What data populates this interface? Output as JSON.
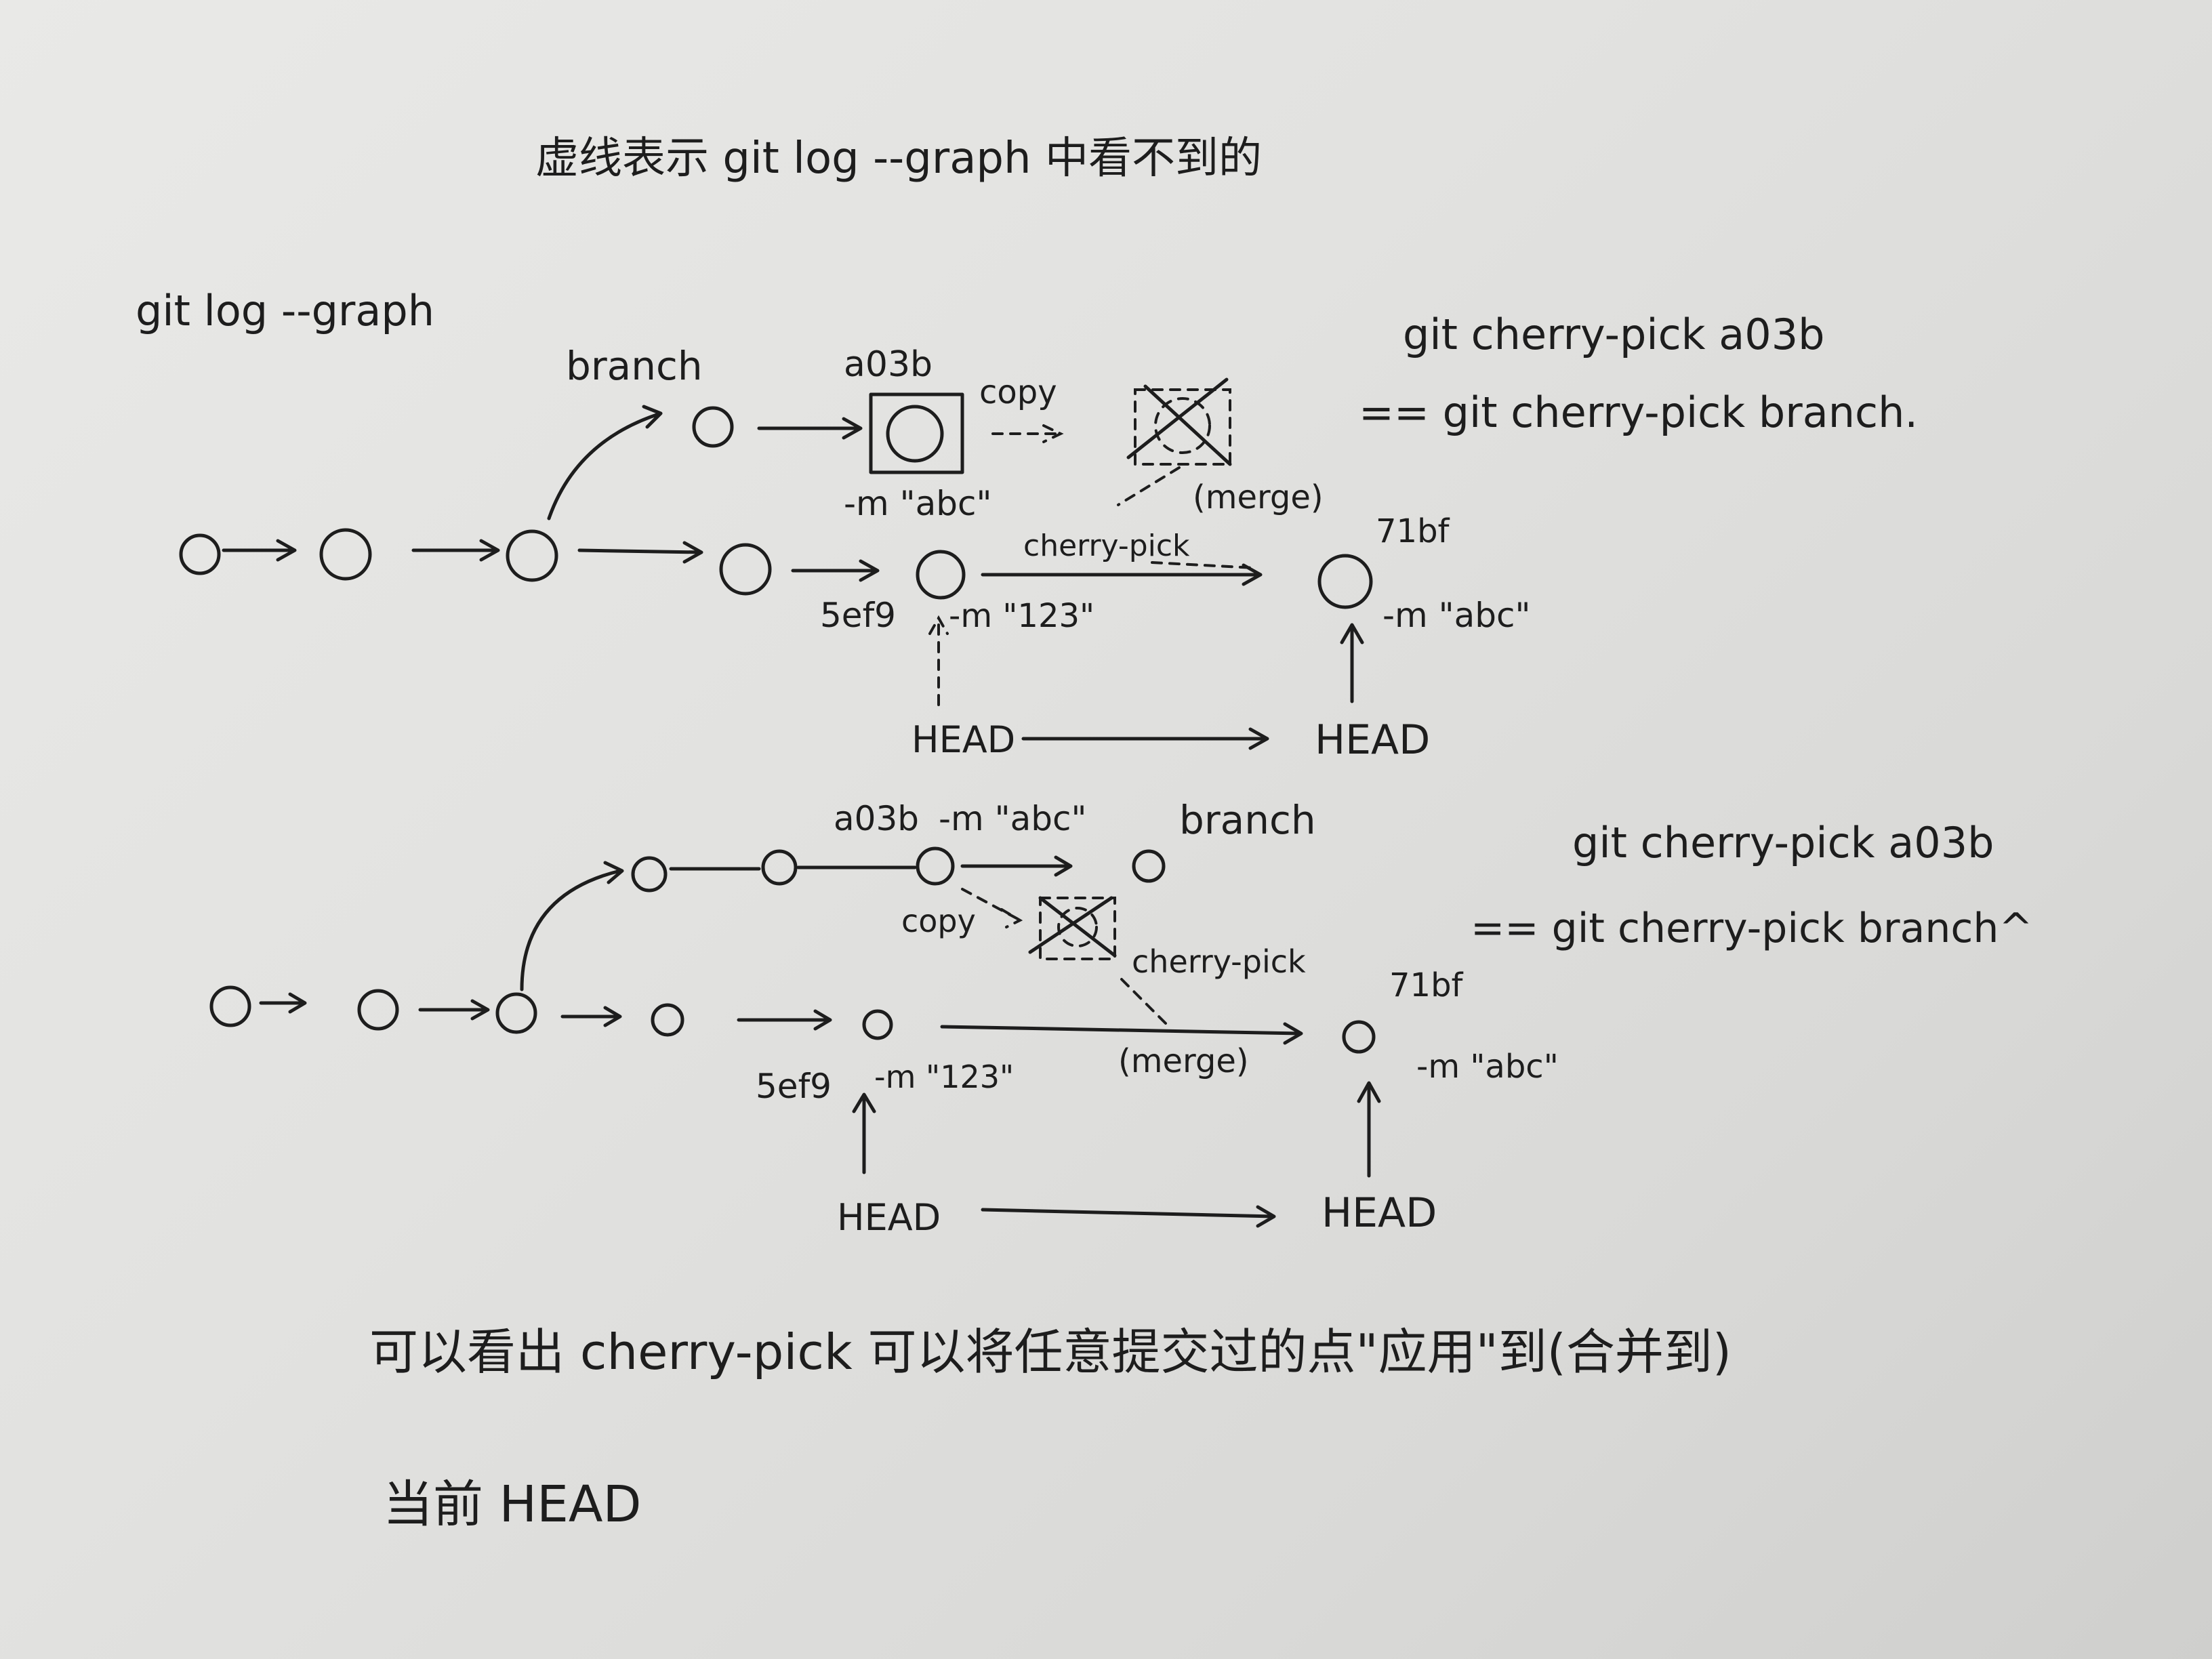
{
  "title": "虚线表示 git log --graph 中看不到的",
  "diagram1": {
    "cmd_label": "git log --graph",
    "branch_label": "branch",
    "commit_a": "a03b",
    "copy_label": "copy",
    "merge_label": "(merge)",
    "msg_abc": "-m \"abc\"",
    "cherry_pick_label": "cherry-pick",
    "new_commit": "71bf",
    "new_msg": "-m \"abc\"",
    "commit_s": "5ef9",
    "msg_123": "-m \"123\"",
    "head_old": "HEAD",
    "head_new": "HEAD",
    "eq_line1": "git cherry-pick a03b",
    "eq_line2": "== git cherry-pick branch."
  },
  "diagram2": {
    "commit_a": "a03b",
    "msg_abc": "-m \"abc\"",
    "branch_label": "branch",
    "copy_label": "copy",
    "cherry_pick_label": "cherry-pick",
    "merge_label": "(merge)",
    "new_commit": "71bf",
    "new_msg": "-m \"abc\"",
    "commit_s": "5ef9",
    "msg_123": "-m \"123\"",
    "head_old": "HEAD",
    "head_new": "HEAD",
    "eq_line1": "git cherry-pick a03b",
    "eq_line2": "== git cherry-pick branch^"
  },
  "conclusion_line1": "可以看出 cherry-pick 可以将任意提交过的点\"应用\"到(合并到)",
  "conclusion_line2": "当前 HEAD"
}
